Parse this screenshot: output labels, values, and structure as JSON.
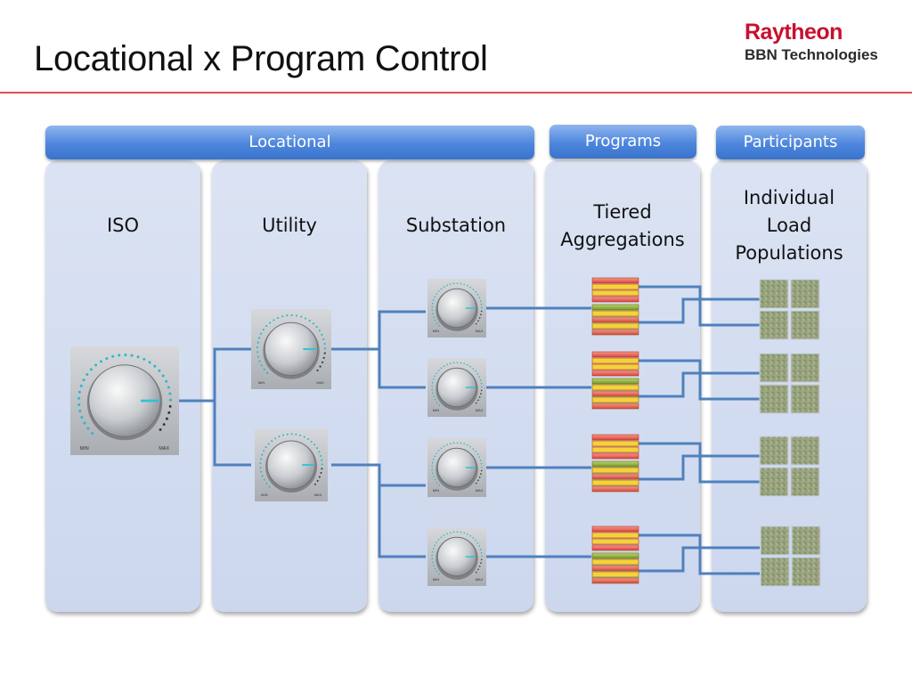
{
  "slide": {
    "title": "Locational x Program Control"
  },
  "logo": {
    "brand": "Raytheon",
    "subtitle": "BBN Technologies"
  },
  "headers": {
    "locational": "Locational",
    "programs": "Programs",
    "participants": "Participants"
  },
  "columns": {
    "iso": "ISO",
    "utility": "Utility",
    "substation": "Substation",
    "tiered_line1": "Tiered",
    "tiered_line2": "Aggregations",
    "individual_line1": "Individual",
    "individual_line2": "Load",
    "individual_line3": "Populations"
  },
  "knob": {
    "min_label": "MIN",
    "max_label": "MAX"
  },
  "colors": {
    "header_blue": "#4d86dc",
    "column_bg": "#d3ddf0",
    "connector": "#4f81bd",
    "rule": "#e05050",
    "brand_red": "#c8102e"
  }
}
